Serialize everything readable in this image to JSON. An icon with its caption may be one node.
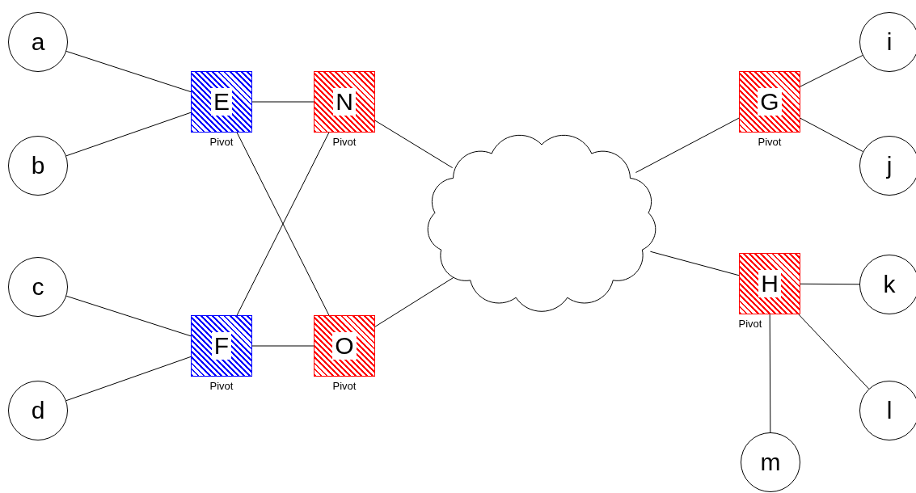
{
  "diagram": {
    "nodes": [
      {
        "text": [
          "a"
        ]
      },
      {
        "text": [
          "b"
        ]
      },
      {
        "text": [
          "c"
        ]
      },
      {
        "text": [
          "d"
        ]
      },
      {
        "text": [
          "E"
        ],
        "beside": [
          "Pivot"
        ]
      },
      {
        "text": [
          "F"
        ],
        "beside": [
          "Pivot"
        ]
      },
      {
        "text": [
          "N"
        ],
        "beside": [
          "Pivot"
        ]
      },
      {
        "text": [
          "O"
        ],
        "beside": [
          "Pivot"
        ]
      },
      {
        "text": [],
        "shape": "cloud"
      },
      {
        "text": [
          "G"
        ],
        "beside": [
          "Pivot"
        ]
      },
      {
        "text": [
          "H"
        ],
        "beside": [
          "Pivot"
        ]
      },
      {
        "text": [
          "i"
        ]
      },
      {
        "text": [
          "j"
        ]
      },
      {
        "text": [
          "k"
        ]
      },
      {
        "text": [
          "l"
        ]
      },
      {
        "text": [
          "m"
        ]
      }
    ],
    "edges": [
      {
        "from": 0,
        "to": 4,
        "arrow": "none"
      },
      {
        "from": 1,
        "to": 4,
        "arrow": "none"
      },
      {
        "from": 2,
        "to": 5,
        "arrow": "none"
      },
      {
        "from": 3,
        "to": 5,
        "arrow": "none"
      },
      {
        "from": 4,
        "to": 6,
        "arrow": "none"
      },
      {
        "from": 4,
        "to": 7,
        "arrow": "none"
      },
      {
        "from": 5,
        "to": 6,
        "arrow": "none"
      },
      {
        "from": 5,
        "to": 7,
        "arrow": "none"
      },
      {
        "from": 6,
        "to": 8,
        "arrow": "none"
      },
      {
        "from": 7,
        "to": 8,
        "arrow": "none"
      },
      {
        "from": 8,
        "to": 9,
        "arrow": "none"
      },
      {
        "from": 8,
        "to": 10,
        "arrow": "none"
      },
      {
        "from": 9,
        "to": 11,
        "arrow": "none"
      },
      {
        "from": 9,
        "to": 12,
        "arrow": "none"
      },
      {
        "from": 10,
        "to": 13,
        "arrow": "none"
      },
      {
        "from": 10,
        "to": 14,
        "arrow": "none"
      },
      {
        "from": 10,
        "to": 15,
        "arrow": "none"
      }
    ]
  }
}
